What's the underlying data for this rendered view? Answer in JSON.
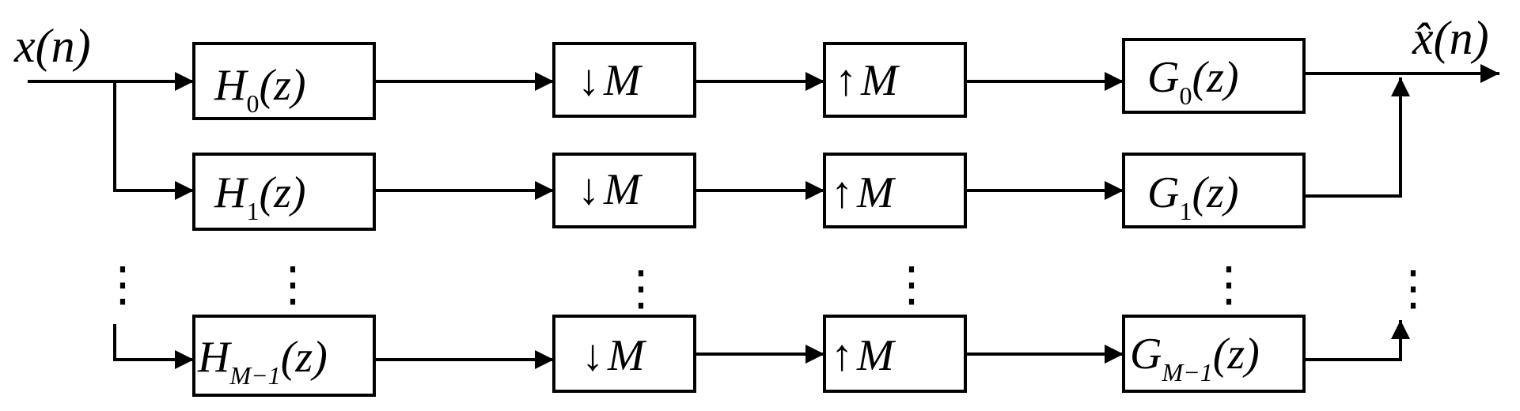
{
  "input_label": {
    "base": "x(n)"
  },
  "output_label": {
    "base": "x̂(n)"
  },
  "branches": [
    {
      "analysis": {
        "letter": "H",
        "sub": "0",
        "arg": "(z)"
      },
      "down": {
        "arrow": "↓",
        "text": "M"
      },
      "up": {
        "arrow": "↑",
        "text": "M"
      },
      "synthesis": {
        "letter": "G",
        "sub": "0",
        "arg": "(z)"
      }
    },
    {
      "analysis": {
        "letter": "H",
        "sub": "1",
        "arg": "(z)"
      },
      "down": {
        "arrow": "↓",
        "text": "M"
      },
      "up": {
        "arrow": "↑",
        "text": "M"
      },
      "synthesis": {
        "letter": "G",
        "sub": "1",
        "arg": "(z)"
      }
    },
    {
      "analysis": {
        "letter": "H",
        "sub": "M−1",
        "arg": "(z)"
      },
      "down": {
        "arrow": "↓",
        "text": "M"
      },
      "up": {
        "arrow": "↑",
        "text": "M"
      },
      "synthesis": {
        "letter": "G",
        "sub": "M−1",
        "arg": "(z)"
      }
    }
  ],
  "ellipsis": "⋮",
  "colors": {
    "line": "#000000",
    "background": "#ffffff"
  }
}
